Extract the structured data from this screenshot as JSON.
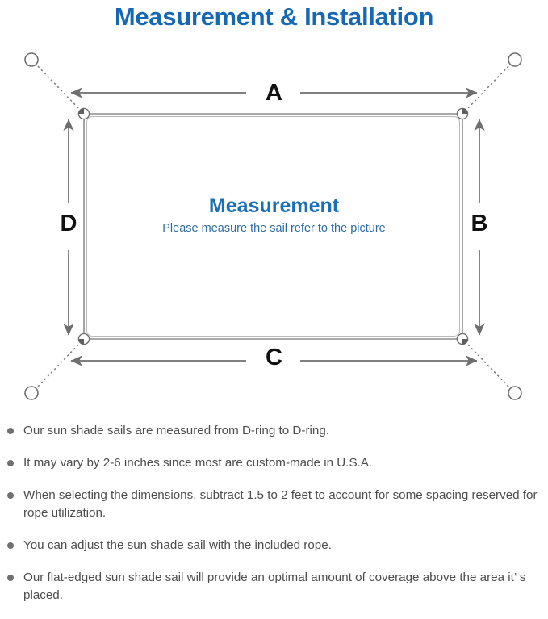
{
  "page": {
    "title": "Measurement & Installation",
    "title_color": "#1668b3",
    "background": "#ffffff"
  },
  "diagram": {
    "name": "sun-shade-sail-measurement-diagram",
    "center": {
      "heading": "Measurement",
      "heading_color": "#1a6fb5",
      "subtext": "Please measure the sail refer to the picture",
      "subtext_color": "#2e6ca4"
    },
    "dimension_labels": {
      "top": "A",
      "right": "B",
      "bottom": "C",
      "left": "D"
    },
    "stroke_color": "#6e6e6e",
    "sail_outline_color": "#8a8a8a",
    "anchor_count": 4,
    "d_ring_count": 4
  },
  "notes": [
    "Our sun shade sails are measured from D-ring to D-ring.",
    "It may vary by 2-6 inches since most are custom-made in U.S.A.",
    "When selecting the dimensions, subtract 1.5 to 2 feet to account for some spacing reserved for rope utilization.",
    "You can adjust the sun shade sail with the included rope.",
    "Our flat-edged sun shade sail will provide an optimal amount of coverage above the area it’ s placed."
  ]
}
